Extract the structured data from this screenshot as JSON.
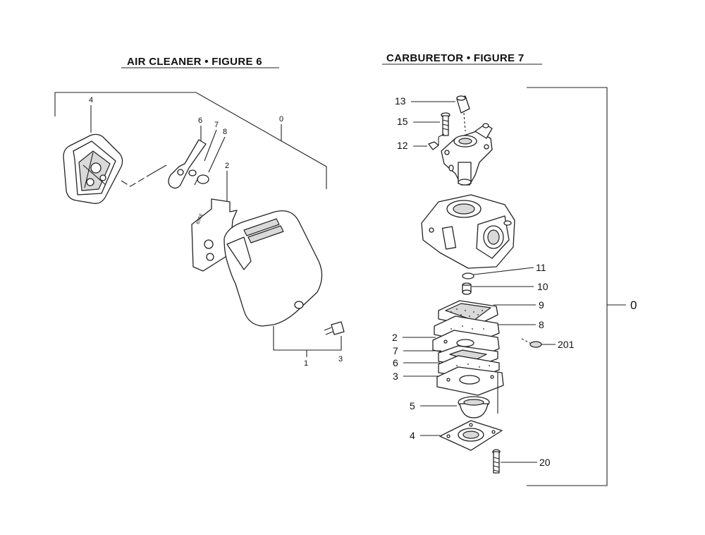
{
  "figure6": {
    "title": "AIR CLEANER  •  FIGURE 6",
    "callouts": {
      "c4": "4",
      "c6": "6",
      "c7": "7",
      "c8": "8",
      "c0": "0",
      "c2": "2",
      "c1": "1",
      "c3": "3"
    },
    "plate_stamp": "BSEE\nEKHL"
  },
  "figure7": {
    "title": "CARBURETOR  •  FIGURE 7",
    "callouts": {
      "c13": "13",
      "c15": "15",
      "c12": "12",
      "c11": "11",
      "c10": "10",
      "c9": "9",
      "c8": "8",
      "c2": "2",
      "c201": "201",
      "c7": "7",
      "c6": "6",
      "c3": "3",
      "c5": "5",
      "c4": "4",
      "c20": "20",
      "c0": "0"
    }
  },
  "colors": {
    "ink": "#222222",
    "paper": "#ffffff",
    "shade": "#d9d9d9"
  }
}
